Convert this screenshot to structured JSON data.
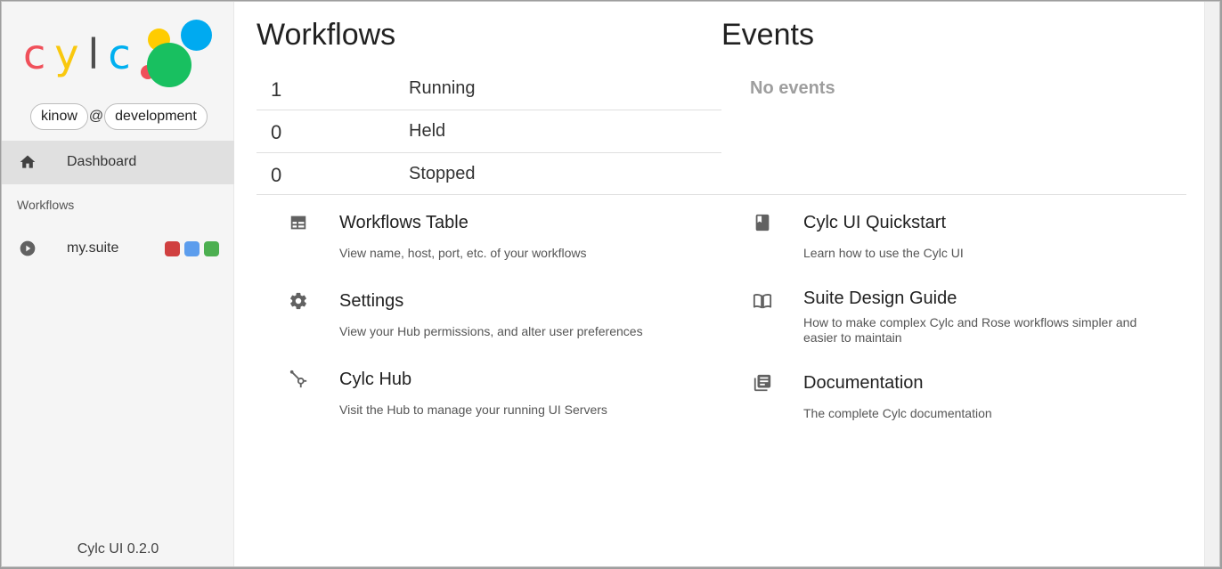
{
  "sidebar": {
    "logo_text": "cylc",
    "user": "kinow",
    "at": "@",
    "hub": "development",
    "nav_dashboard": "Dashboard",
    "workflows_header": "Workflows",
    "workflow_item": "my.suite",
    "status_colors": [
      "#d04040",
      "#5c9ded",
      "#4caf50"
    ],
    "version": "Cylc UI 0.2.0"
  },
  "main": {
    "workflows_title": "Workflows",
    "events_title": "Events",
    "stats": [
      {
        "count": "1",
        "label": "Running"
      },
      {
        "count": "0",
        "label": "Held"
      },
      {
        "count": "0",
        "label": "Stopped"
      }
    ],
    "no_events": "No events",
    "links_left": [
      {
        "icon": "table-icon",
        "title": "Workflows Table",
        "desc": "View name, host, port, etc. of your workflows"
      },
      {
        "icon": "gear-icon",
        "title": "Settings",
        "desc": "View your Hub permissions, and alter user preferences"
      },
      {
        "icon": "hub-icon",
        "title": "Cylc Hub",
        "desc": "Visit the Hub to manage your running UI Servers"
      }
    ],
    "links_right": [
      {
        "icon": "book-icon",
        "title": "Cylc UI Quickstart",
        "desc": "Learn how to use the Cylc UI"
      },
      {
        "icon": "open-book-icon",
        "title": "Suite Design Guide",
        "desc": "How to make complex Cylc and Rose workflows simpler and easier to maintain"
      },
      {
        "icon": "library-books-icon",
        "title": "Documentation",
        "desc": "The complete Cylc documentation"
      }
    ]
  },
  "colors": {
    "logo_c1": "#f0505a",
    "logo_y": "#f9c80e",
    "logo_l": "#4d4d4d",
    "logo_c2": "#00b0f0",
    "dot_yellow": "#ffcc00",
    "dot_blue": "#00aaf0",
    "dot_green": "#18c060",
    "dot_red": "#f0505a"
  }
}
